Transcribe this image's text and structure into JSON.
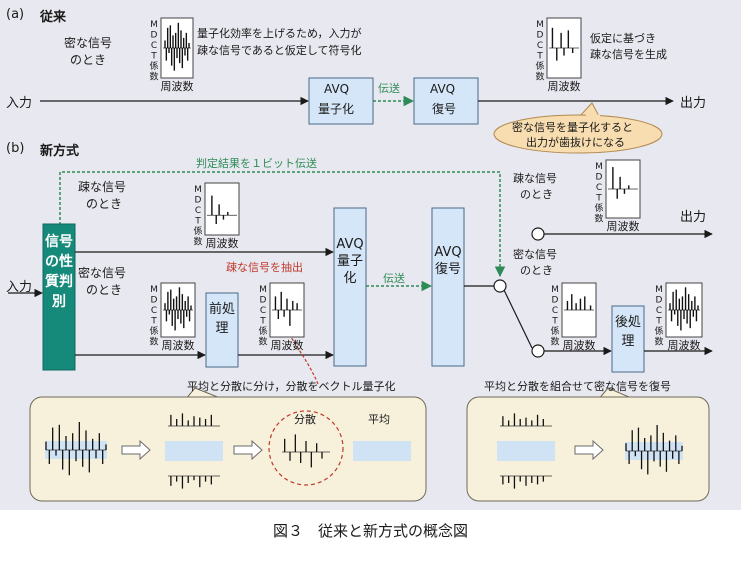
{
  "section_a": {
    "label": "(a)",
    "title": "従来",
    "dense_signal_line1": "密な信号",
    "dense_signal_line2": "のとき",
    "note_line1": "量子化効率を上げるため，入力が",
    "note_line2": "疎な信号であると仮定して符号化",
    "gen_line1": "仮定に基づき",
    "gen_line2": "疎な信号を生成",
    "input": "入力",
    "output": "出力",
    "transmit": "伝送",
    "avq_quant_line1": "AVQ",
    "avq_quant_line2": "量子化",
    "avq_decode_line1": "AVQ",
    "avq_decode_line2": "復号",
    "callout_line1": "密な信号を量子化すると",
    "callout_line2": "出力が歯抜けになる"
  },
  "section_b": {
    "label": "(b)",
    "title": "新方式",
    "flag_transmit": "判定結果を１ビット伝送",
    "sparse_line1": "疎な信号",
    "sparse_line2": "のとき",
    "dense_line1": "密な信号",
    "dense_line2": "のとき",
    "input": "入力",
    "output": "出力",
    "judge": "信号の性質判別",
    "extract_sparse": "疎な信号を抽出",
    "preprocess": "前処理",
    "postprocess": "後処理",
    "avq_quant": "AVQ量子化",
    "avq_decode": "AVQ復号",
    "transmit": "伝送",
    "right_sparse_line1": "疎な信号",
    "right_sparse_line2": "のとき",
    "right_dense_line1": "密な信号",
    "right_dense_line2": "のとき",
    "split_note": "平均と分散に分け，分散をベクトル量子化",
    "combine_note": "平均と分散を組合せて密な信号を復号",
    "variance": "分散",
    "mean": "平均"
  },
  "plot_axis": {
    "y_label": "MDCT係数",
    "x_label": "周波数"
  },
  "caption": "図３　従来と新方式の概念図",
  "colors": {
    "panel_bg": "#e8e8f0",
    "box_fill": "#d4e6f7",
    "teal": "#168a7a",
    "green": "#2e8b57",
    "red": "#c0392b",
    "callout_fill": "#f8ddb0",
    "note_fill": "#f7f1dc"
  }
}
